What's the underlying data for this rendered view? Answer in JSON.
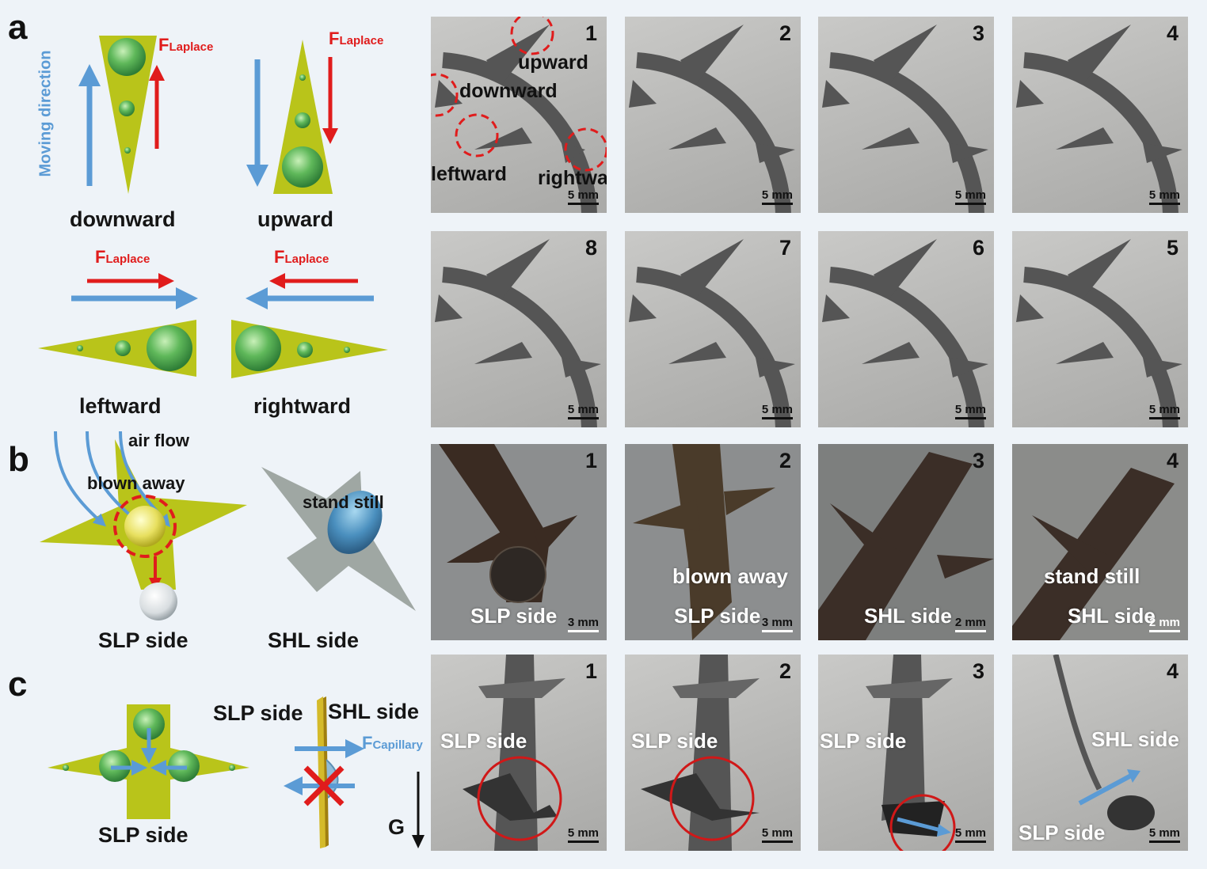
{
  "panels": {
    "a": "a",
    "b": "b",
    "c": "c"
  },
  "schematic": {
    "moving_direction": "Moving direction",
    "f_laplace_F": "F",
    "f_laplace_sub": "Laplace",
    "f_capillary_F": "F",
    "f_capillary_sub": "Capillary",
    "downward": "downward",
    "upward": "upward",
    "leftward": "leftward",
    "rightward": "rightward",
    "air_flow": "air flow",
    "blown_away": "blown away",
    "stand_still": "stand still",
    "slp_side": "SLP side",
    "shl_side": "SHL side",
    "gravity": "G"
  },
  "photos": {
    "row1": [
      {
        "num": "1",
        "scale": "5 mm",
        "annotations": [
          "upward",
          "downward",
          "leftward",
          "rightward"
        ]
      },
      {
        "num": "2",
        "scale": "5 mm"
      },
      {
        "num": "3",
        "scale": "5 mm"
      },
      {
        "num": "4",
        "scale": "5 mm"
      }
    ],
    "row2": [
      {
        "num": "8",
        "scale": "5 mm"
      },
      {
        "num": "7",
        "scale": "5 mm"
      },
      {
        "num": "6",
        "scale": "5 mm"
      },
      {
        "num": "5",
        "scale": "5 mm"
      }
    ],
    "row3": [
      {
        "num": "1",
        "scale": "3 mm",
        "caption": "SLP side"
      },
      {
        "num": "2",
        "scale": "3 mm",
        "caption": "SLP side",
        "caption2": "blown away"
      },
      {
        "num": "3",
        "scale": "2 mm",
        "caption": "SHL side"
      },
      {
        "num": "4",
        "scale": "2 mm",
        "caption": "SHL side",
        "caption2": "stand still"
      }
    ],
    "row4": [
      {
        "num": "1",
        "scale": "5 mm",
        "caption": "SLP side"
      },
      {
        "num": "2",
        "scale": "5 mm",
        "caption": "SLP side"
      },
      {
        "num": "3",
        "scale": "5 mm",
        "caption": "SLP side"
      },
      {
        "num": "4",
        "scale": "5 mm",
        "caption": "SLP side",
        "caption2": "SHL side"
      }
    ]
  },
  "colors": {
    "spine_fill": "#b9c41a",
    "droplet": "#5fb85a",
    "laplace_arrow": "#e01c1c",
    "move_arrow": "#5b9bd5"
  }
}
